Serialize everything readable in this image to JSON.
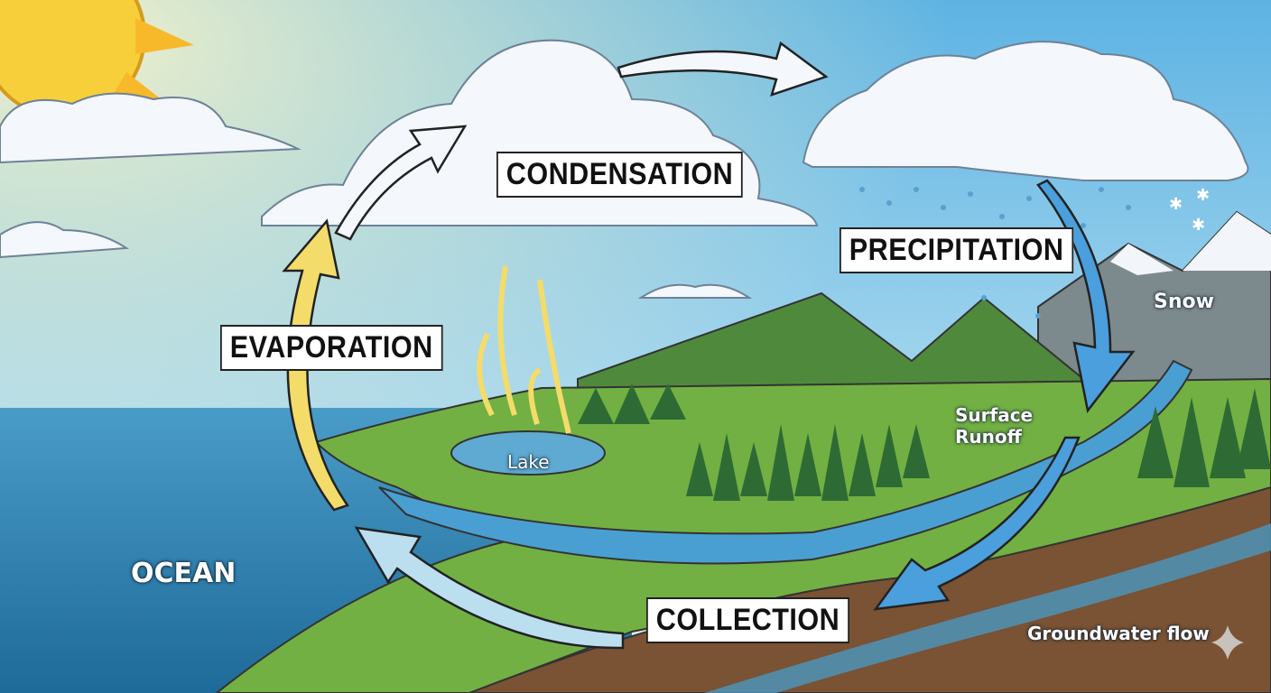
{
  "labels": {
    "condensation": "CONDENSATION",
    "precipitation": "PRECIPITATION",
    "evaporation": "EVAPORATION",
    "collection": "COLLECTION"
  },
  "annotations": {
    "lake": "Lake",
    "ocean": "OCEAN",
    "snow": "Snow",
    "surface_runoff_line1": "Surface",
    "surface_runoff_line2": "Runoff",
    "groundwater": "Groundwater flow"
  },
  "icons": [
    "sun-icon",
    "cloud-icon",
    "rain-icon",
    "snowflake-icon",
    "mountain-icon",
    "tree-icon",
    "arrow-icon",
    "sparkle-icon"
  ],
  "colors": {
    "sky": "#6fbfe6",
    "ocean": "#2f86b8",
    "grass": "#6fae3f",
    "soil": "#7a5234",
    "sun": "#f7cf3a",
    "arrow_yellow": "#f4dc6a",
    "arrow_blue": "#4a9fdc"
  }
}
